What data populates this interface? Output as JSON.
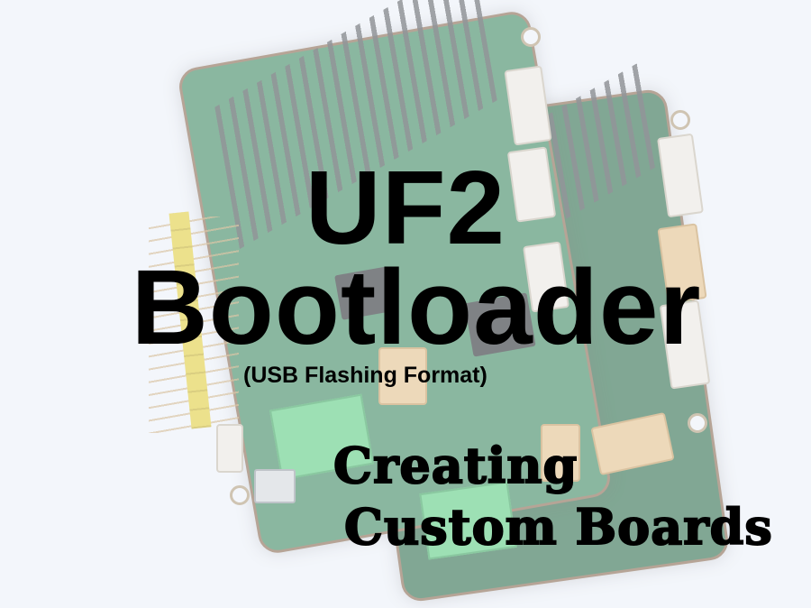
{
  "image": {
    "background_color": "#f3f6fb",
    "photo_subject": "stacked green circuit boards (Raspberry Pi HAT style) with pin headers and connectors",
    "board_color": "#3f8a5f",
    "text_color": "#000000"
  },
  "title": {
    "line1": "UF2",
    "line2": "Bootloader",
    "subtitle": "(USB Flashing Format)"
  },
  "tagline": {
    "line1": "Creating",
    "line2": "Custom Boards"
  }
}
